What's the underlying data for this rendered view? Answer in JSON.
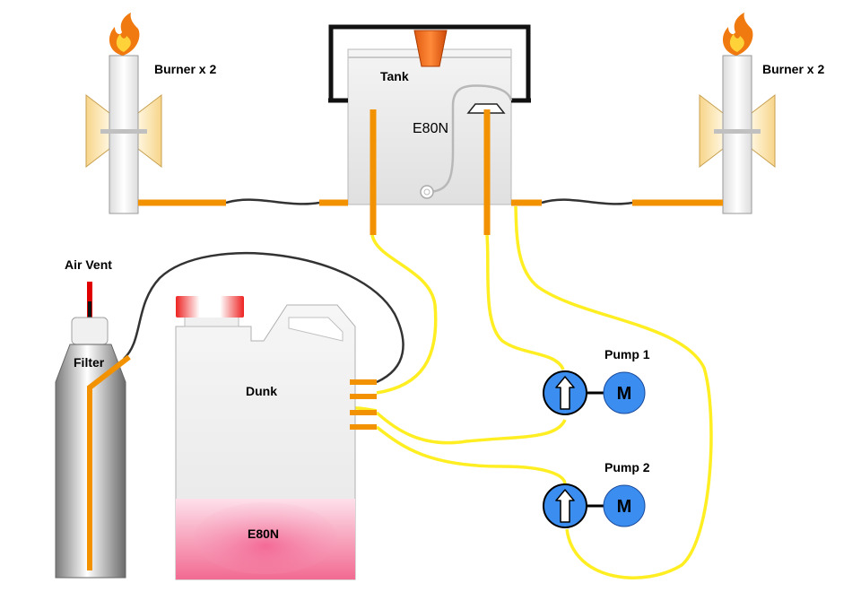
{
  "labels": {
    "burner_left": "Burner x 2",
    "burner_right": "Burner x 2",
    "tank": "Tank",
    "tank_fuel": "E80N",
    "air_vent": "Air Vent",
    "filter": "Filter",
    "dunk": "Dunk",
    "dunk_fuel": "E80N",
    "pump1": "Pump 1",
    "pump2": "Pump 2",
    "motor_symbol": "M"
  },
  "icons": {
    "burner_flame": "flame-icon",
    "pump": "pump-arrow-icon",
    "motor": "motor-icon"
  },
  "colors": {
    "pipe_orange": "#f39200",
    "hose_yellow": "#ffee22",
    "hose_dark": "#333333",
    "pump_blue": "#3b8ef0",
    "fuel_pink": "#f0507a",
    "vent_red": "#e00000"
  }
}
